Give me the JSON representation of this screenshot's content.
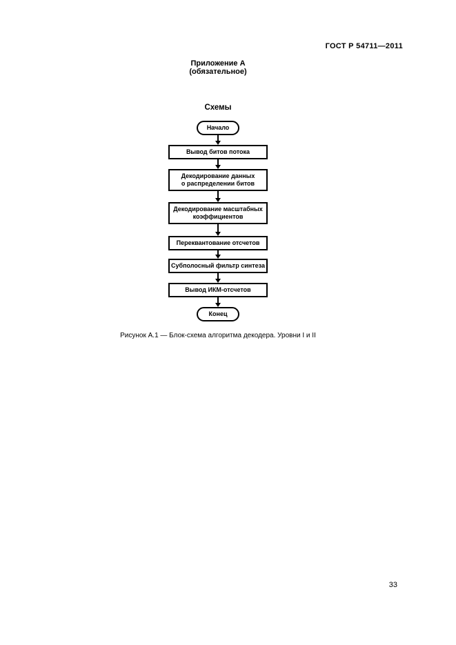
{
  "header": {
    "standard_code": "ГОСТ Р 54711—2011"
  },
  "appendix": {
    "title": "Приложение А",
    "subtitle": "(обязательное)"
  },
  "section": {
    "title": "Схемы"
  },
  "flowchart": {
    "nodes": [
      {
        "type": "terminal",
        "label": "Начало"
      },
      {
        "type": "process",
        "label": "Вывод битов потока"
      },
      {
        "type": "process",
        "label": "Декодирование данных\nо распределении битов"
      },
      {
        "type": "process",
        "label": "Декодирование масштабных\nкоэффициентов"
      },
      {
        "type": "process",
        "label": "Переквантование отсчетов"
      },
      {
        "type": "process",
        "label": "Субполосный фильтр синтеза"
      },
      {
        "type": "process",
        "label": "Вывод ИКМ-отсчетов"
      },
      {
        "type": "terminal",
        "label": "Конец"
      }
    ]
  },
  "figure": {
    "caption": "Рисунок А.1 — Блок-схема алгоритма декодера. Уровни I и II"
  },
  "page": {
    "number": "33"
  },
  "colors": {
    "background": "#ffffff",
    "text": "#000000",
    "border": "#000000"
  }
}
